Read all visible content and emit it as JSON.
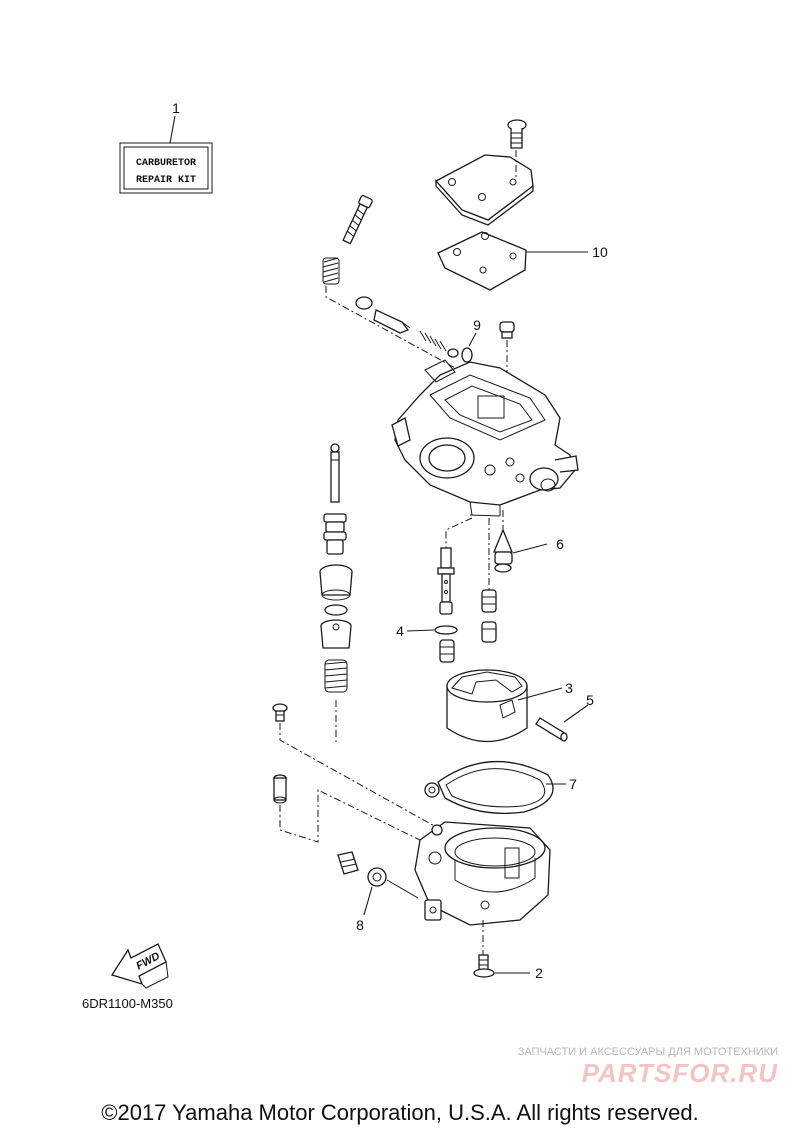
{
  "callouts": [
    {
      "id": "1",
      "label": "1"
    },
    {
      "id": "2",
      "label": "2"
    },
    {
      "id": "3",
      "label": "3"
    },
    {
      "id": "4",
      "label": "4"
    },
    {
      "id": "5",
      "label": "5"
    },
    {
      "id": "6",
      "label": "6"
    },
    {
      "id": "7",
      "label": "7"
    },
    {
      "id": "8",
      "label": "8"
    },
    {
      "id": "9",
      "label": "9"
    },
    {
      "id": "10",
      "label": "10"
    }
  ],
  "repair_kit": {
    "line1": "CARBURETOR",
    "line2": "REPAIR KIT"
  },
  "diagram_code": "6DR1100-M350",
  "fwd_label": "FWD",
  "watermark": {
    "tagline": "ЗАПЧАСТИ И АКСЕССУАРЫ ДЛЯ МОТОТЕХНИКИ",
    "brand": "PARTSFOR.RU",
    "color": "#f3c4c4"
  },
  "copyright": "©2017 Yamaha Motor Corporation, U.S.A. All rights reserved."
}
